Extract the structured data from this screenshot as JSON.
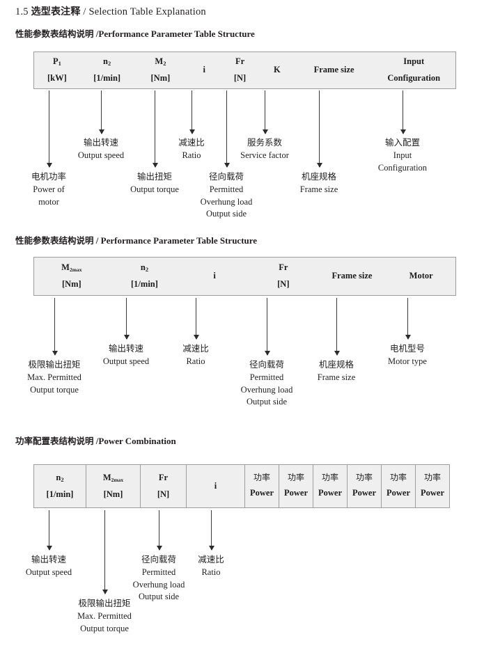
{
  "document": {
    "section_number": "1.5",
    "title_cn": "选型表注释",
    "title_sep": "/",
    "title_en": "Selection Table Explanation"
  },
  "sections": [
    {
      "heading_cn": "性能参数表结构说明",
      "heading_sep": "/",
      "heading_en": "Performance Parameter Table Structure",
      "table": {
        "columns": [
          {
            "line1": "P",
            "sub1": "1",
            "line2": "[kW]"
          },
          {
            "line1": "n",
            "sub1": "2",
            "line2": "[1/min]"
          },
          {
            "line1": "M",
            "sub1": "2",
            "line2": "[Nm]"
          },
          {
            "line1": "i",
            "sub1": "",
            "line2": ""
          },
          {
            "line1": "Fr",
            "sub1": "",
            "line2": "[N]"
          },
          {
            "line1": "K",
            "sub1": "",
            "line2": ""
          },
          {
            "line1": "Frame size",
            "sub1": "",
            "line2": ""
          },
          {
            "line1": "Input",
            "sub1": "",
            "line2": "Configuration"
          }
        ]
      },
      "annotations": [
        {
          "cn": "电机功率",
          "en1": "Power of",
          "en2": "motor",
          "en3": ""
        },
        {
          "cn": "输出转速",
          "en1": "Output speed",
          "en2": "",
          "en3": ""
        },
        {
          "cn": "输出扭矩",
          "en1": "Output torque",
          "en2": "",
          "en3": ""
        },
        {
          "cn": "减速比",
          "en1": "Ratio",
          "en2": "",
          "en3": ""
        },
        {
          "cn": "径向载荷",
          "en1": "Permitted",
          "en2": "Overhung load",
          "en3": "Output side"
        },
        {
          "cn": "服务系数",
          "en1": "Service factor",
          "en2": "",
          "en3": ""
        },
        {
          "cn": "机座规格",
          "en1": "Frame size",
          "en2": "",
          "en3": ""
        },
        {
          "cn": "输入配置",
          "en1": "Input",
          "en2": "Configuration",
          "en3": ""
        }
      ]
    },
    {
      "heading_cn": "性能参数表结构说明",
      "heading_sep": "/",
      "heading_en": "Performance Parameter Table Structure",
      "table": {
        "columns": [
          {
            "line1": "M",
            "sub1": "2max",
            "line2": "[Nm]"
          },
          {
            "line1": "n",
            "sub1": "2",
            "line2": "[1/min]"
          },
          {
            "line1": "i",
            "sub1": "",
            "line2": ""
          },
          {
            "line1": "Fr",
            "sub1": "",
            "line2": "[N]"
          },
          {
            "line1": "Frame size",
            "sub1": "",
            "line2": ""
          },
          {
            "line1": "Motor",
            "sub1": "",
            "line2": ""
          }
        ]
      },
      "annotations": [
        {
          "cn": "极限输出扭矩",
          "en1": "Max. Permitted",
          "en2": "Output  torque",
          "en3": ""
        },
        {
          "cn": "输出转速",
          "en1": "Output speed",
          "en2": "",
          "en3": ""
        },
        {
          "cn": "减速比",
          "en1": "Ratio",
          "en2": "",
          "en3": ""
        },
        {
          "cn": "径向载荷",
          "en1": "Permitted",
          "en2": "Overhung load",
          "en3": "Output side"
        },
        {
          "cn": "机座规格",
          "en1": "Frame size",
          "en2": "",
          "en3": ""
        },
        {
          "cn": "电机型号",
          "en1": "Motor type",
          "en2": "",
          "en3": ""
        }
      ]
    },
    {
      "heading_cn": "功率配置表结构说明",
      "heading_sep": "/",
      "heading_en": "Power Combination",
      "table": {
        "columns": [
          {
            "line1": "n",
            "sub1": "2",
            "line2": "[1/min]"
          },
          {
            "line1": "M",
            "sub1": "2max",
            "line2": "[Nm]"
          },
          {
            "line1": "Fr",
            "sub1": "",
            "line2": "[N]"
          },
          {
            "line1": "i",
            "sub1": "",
            "line2": ""
          },
          {
            "line1": "功率",
            "sub1": "",
            "line2": "Power"
          },
          {
            "line1": "功率",
            "sub1": "",
            "line2": "Power"
          },
          {
            "line1": "功率",
            "sub1": "",
            "line2": "Power"
          },
          {
            "line1": "功率",
            "sub1": "",
            "line2": "Power"
          },
          {
            "line1": "功率",
            "sub1": "",
            "line2": "Power"
          },
          {
            "line1": "功率",
            "sub1": "",
            "line2": "Power"
          }
        ]
      },
      "annotations": [
        {
          "cn": "输出转速",
          "en1": "Output speed",
          "en2": "",
          "en3": ""
        },
        {
          "cn": "极限输出扭矩",
          "en1": "Max. Permitted",
          "en2": "Output  torque",
          "en3": ""
        },
        {
          "cn": "径向载荷",
          "en1": "Permitted",
          "en2": "Overhung load",
          "en3": "Output side"
        },
        {
          "cn": "减速比",
          "en1": "Ratio",
          "en2": "",
          "en3": ""
        }
      ]
    }
  ],
  "colors": {
    "table_fill": "#efefef",
    "table_border": "#9d9d9d",
    "text": "#231f20",
    "arrow": "#2b2b2b"
  }
}
